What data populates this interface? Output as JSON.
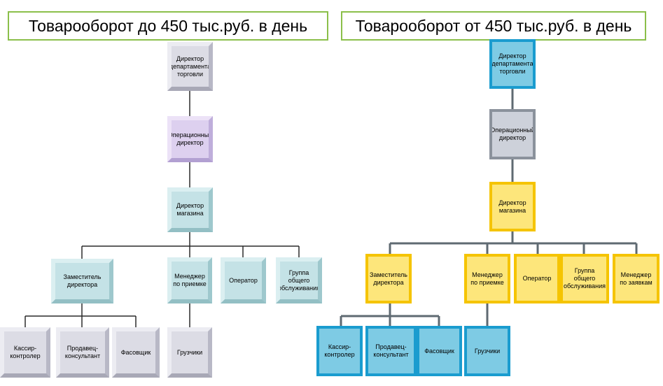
{
  "headers": {
    "left": "Товарооборот до 450 тыс.руб. в день",
    "right": "Товарооборот от 450 тыс.руб. в день"
  },
  "left_chart": {
    "director_department": "Директор департамента торговли",
    "operations_director": "Операционный директор",
    "store_director": "Директор магазина",
    "deputy_director": "Заместитель директора",
    "receiving_manager": "Менеджер по приемке",
    "operator": "Оператор",
    "general_service_group": "Группа общего обслуживания",
    "cashier": "Кассир-контролер",
    "sales_consultant": "Продавец-консультант",
    "packer": "Фасовщик",
    "loaders": "Грузчики"
  },
  "right_chart": {
    "director_department": "Директор департамента торговли",
    "operations_director": "Операционный директор",
    "store_director": "Директор магазина",
    "deputy_director": "Заместитель директора",
    "receiving_manager": "Менеджер по приемке",
    "operator": "Оператор",
    "general_service_group": "Группа общего обслуживания",
    "requests_manager": "Менеджер по заявкам",
    "cashier": "Кассир-контролер",
    "sales_consultant": "Продавец-консультант",
    "packer": "Фасовщик",
    "loaders": "Грузчики"
  },
  "colors": {
    "left_top": "#dcdce5",
    "left_operations": "#ddd0ef",
    "left_mid": "#c4e2e6",
    "right_blue": "#7ecbe4",
    "right_gray": "#cdd1da",
    "right_yellow": "#fde67b"
  }
}
